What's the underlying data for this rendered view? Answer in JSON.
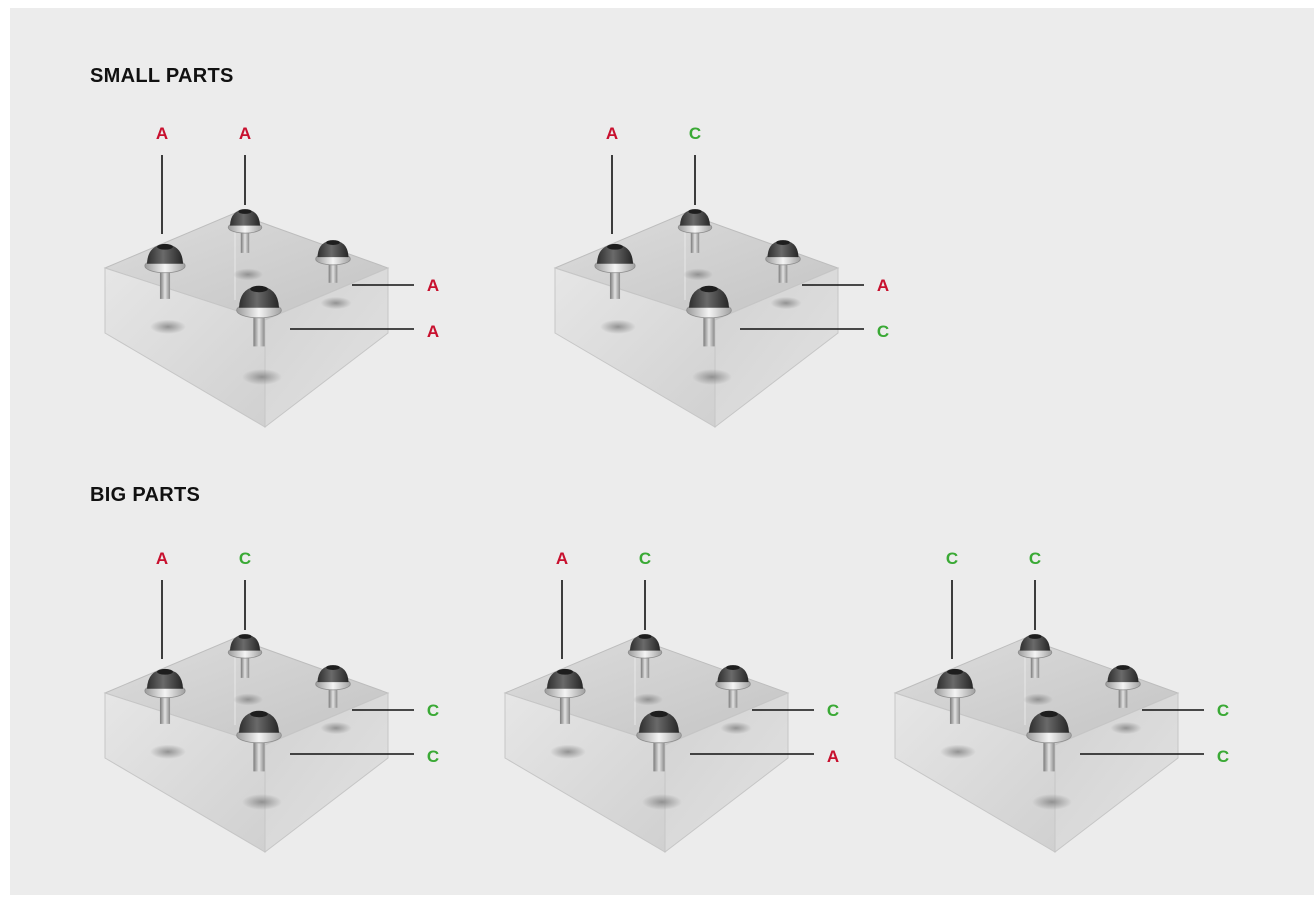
{
  "colors": {
    "background": "#ececec",
    "A": "#c8102e",
    "C": "#3aa935",
    "text": "#111111"
  },
  "sections": {
    "small": {
      "title": "SMALL PARTS"
    },
    "big": {
      "title": "BIG PARTS"
    }
  },
  "blocks": [
    {
      "section": "small",
      "labels": {
        "left": "A",
        "back": "A",
        "right": "A",
        "front": "A"
      }
    },
    {
      "section": "small",
      "labels": {
        "left": "A",
        "back": "C",
        "right": "A",
        "front": "C"
      }
    },
    {
      "section": "big",
      "labels": {
        "left": "A",
        "back": "C",
        "right": "C",
        "front": "C"
      }
    },
    {
      "section": "big",
      "labels": {
        "left": "A",
        "back": "C",
        "right": "C",
        "front": "A"
      }
    },
    {
      "section": "big",
      "labels": {
        "left": "C",
        "back": "C",
        "right": "C",
        "front": "C"
      }
    }
  ]
}
